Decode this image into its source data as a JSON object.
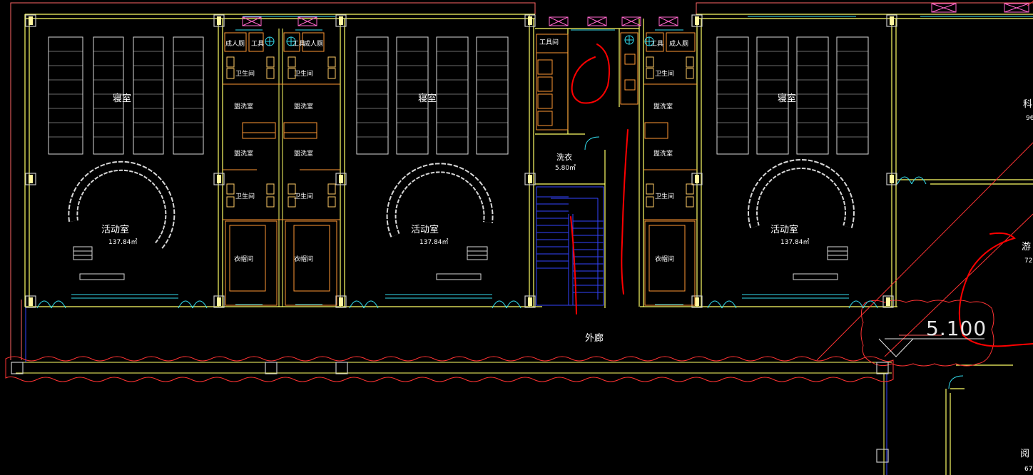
{
  "colors": {
    "background": "#000000",
    "wall": "#ffff66",
    "partition": "#ff9933",
    "outline": "#ff6666",
    "window": "#33ddee",
    "stair": "#3344ff",
    "column": "#c8c8c8",
    "markup": "#ff0000",
    "furniture": "#d8d8d8",
    "text": "#ffffff"
  },
  "labels": {
    "sleep": "寝室",
    "activity": "活动室",
    "activity_area": "137.84㎡",
    "toilet": "卫生间",
    "wash": "盥洗室",
    "cloak": "衣帽间",
    "tool": "工具",
    "tool_room": "工具间",
    "adult_toilet": "成人厕",
    "laundry": "洗衣",
    "laundry_area": "5.80㎡",
    "corridor": "外廊",
    "elevation": "5.100",
    "edge_1": "科",
    "edge_1_num": "96",
    "edge_2": "游",
    "edge_2_num": "72",
    "edge_3": "阅",
    "edge_3_num": "67"
  },
  "icons": {
    "window_tag": "window-tag-icon",
    "fan": "fan-icon",
    "door": "door-swing-icon",
    "stair": "staircase-icon"
  }
}
